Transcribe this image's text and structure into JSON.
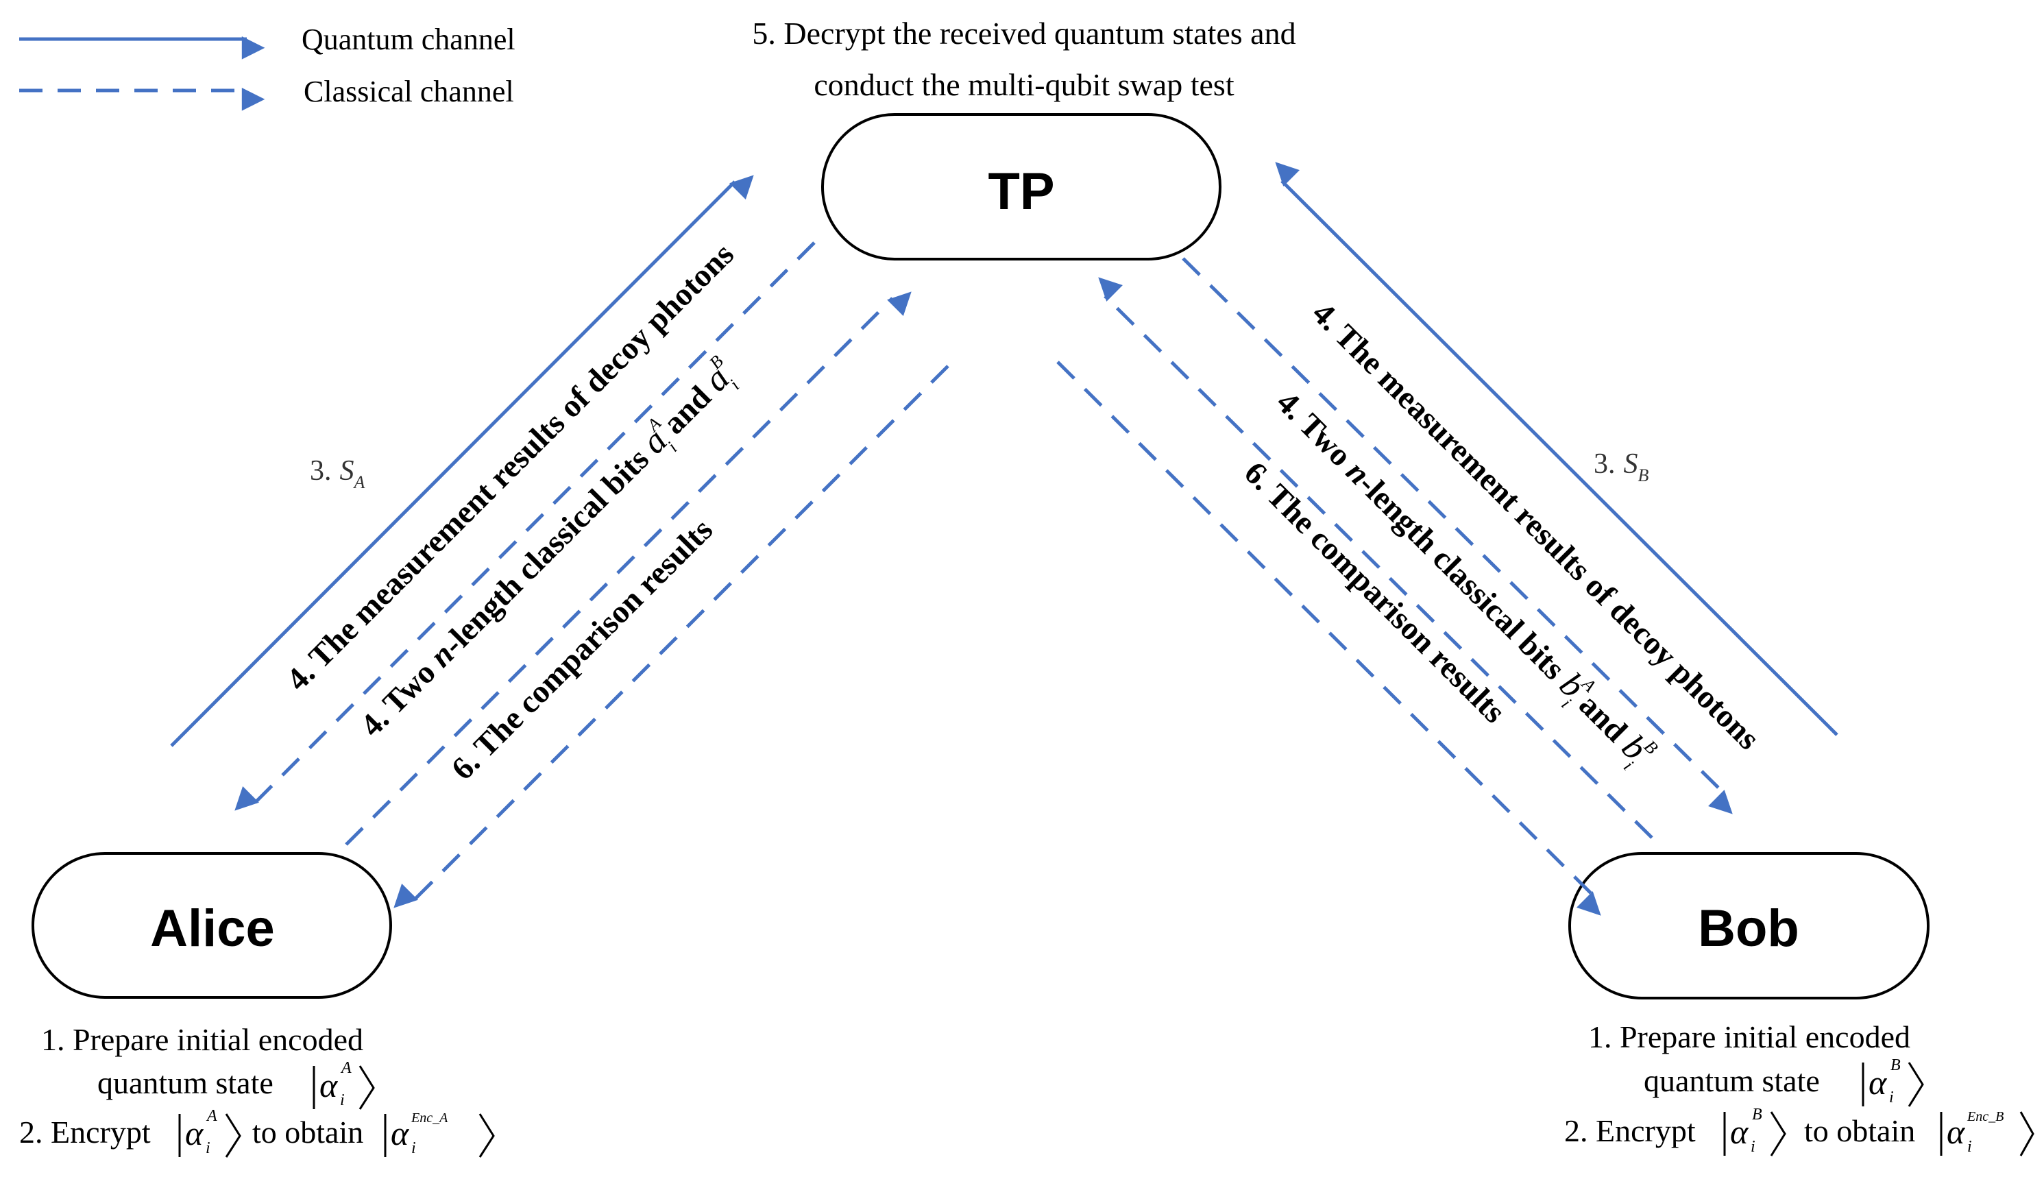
{
  "legend": {
    "quantum": "Quantum channel",
    "classical": "Classical channel"
  },
  "colors": {
    "arrow": "#4472C4",
    "node_stroke": "#000000"
  },
  "nodes": {
    "tp": "TP",
    "alice": "Alice",
    "bob": "Bob"
  },
  "tp_step": {
    "line1": "5. Decrypt the received quantum states and",
    "line2": "conduct the multi-qubit swap test"
  },
  "alice_steps": {
    "line1": "1. Prepare initial encoded",
    "line2_text": "quantum state",
    "line3_prefix": "2. Encrypt",
    "line3_mid": "to obtain",
    "ket1_base": "α",
    "ket1_sub": "i",
    "ket1_sup": "A",
    "ket2_sup": "Enc_A"
  },
  "bob_steps": {
    "line1": "1. Prepare initial encoded",
    "line2_text": "quantum state",
    "line3_prefix": "2. Encrypt",
    "line3_mid": "to obtain",
    "ket1_base": "α",
    "ket1_sub": "i",
    "ket1_sup": "B",
    "ket2_sup": "Enc_B"
  },
  "edges": {
    "alice_sa": {
      "prefix": "3.",
      "var": "S",
      "sub": "A"
    },
    "bob_sb": {
      "prefix": "3.",
      "var": "S",
      "sub": "B"
    },
    "alice_decoy": "4. The measurement results of decoy photons",
    "alice_bits_prefix": "4. Two ",
    "alice_bits_n": "n",
    "alice_bits_mid": "-length classical bits ",
    "alice_bits_var1": "a",
    "alice_bits_sup1": "A",
    "alice_bits_and": " and ",
    "alice_bits_var2": "a",
    "alice_bits_sup2": "B",
    "alice_bits_sub": "i",
    "alice_compare": "6. The comparison results",
    "bob_decoy": "4. The measurement results of decoy photons",
    "bob_bits_prefix": "4. Two ",
    "bob_bits_n": "n",
    "bob_bits_mid": "-length classical bits ",
    "bob_bits_var1": "b",
    "bob_bits_sup1": "A",
    "bob_bits_and": " and ",
    "bob_bits_var2": "b",
    "bob_bits_sup2": "B",
    "bob_bits_sub": "i",
    "bob_compare": "6. The comparison results"
  }
}
